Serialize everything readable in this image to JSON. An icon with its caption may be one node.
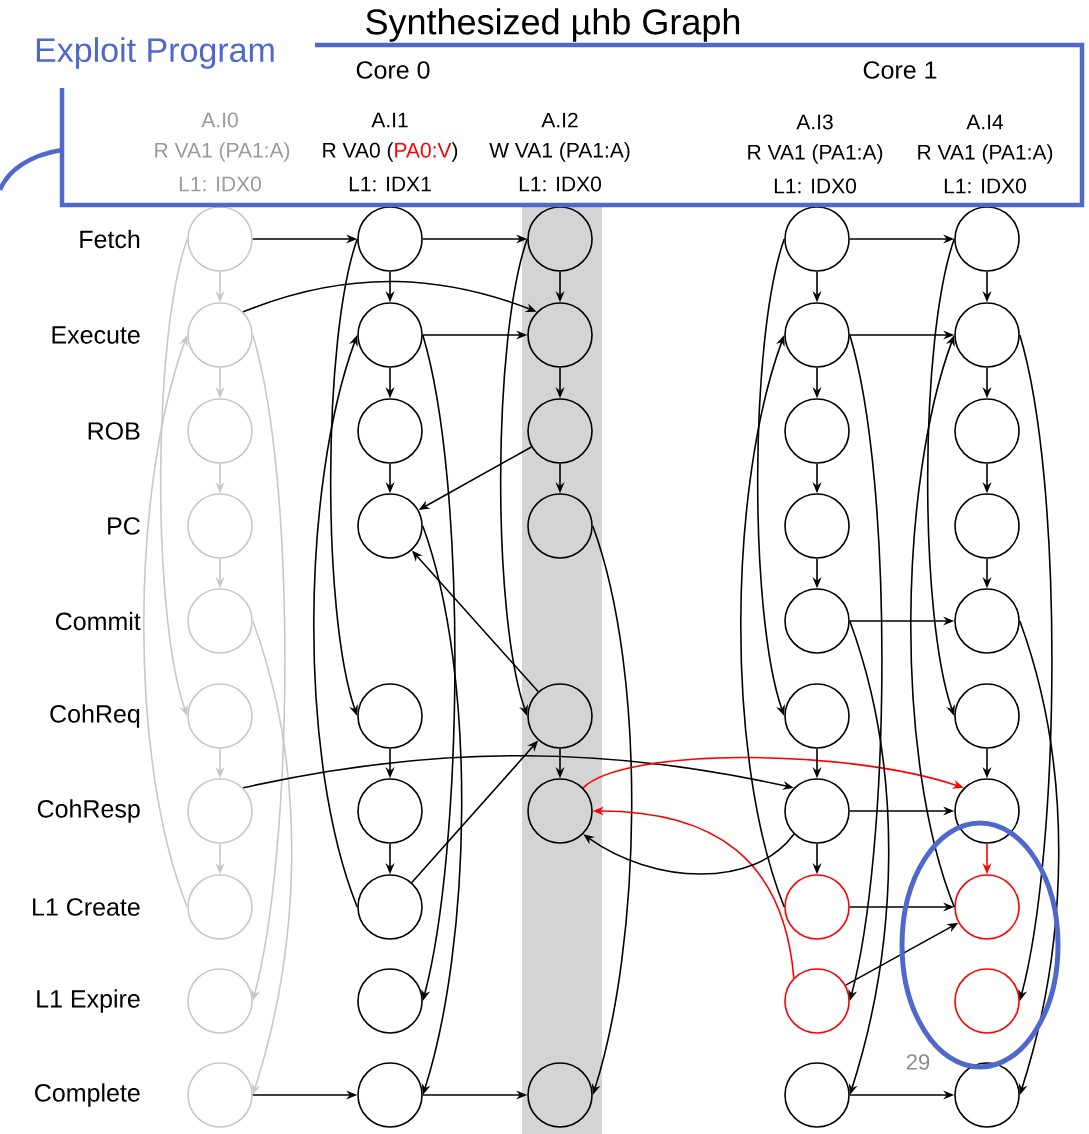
{
  "diagram": {
    "title": "Synthesized µhb Graph",
    "nodes": [
      {
        "text": [],
        "shape": "circle"
      },
      {
        "text": [],
        "shape": "circle"
      },
      {
        "text": [],
        "shape": "circle"
      },
      {
        "text": [],
        "shape": "circle"
      },
      {
        "text": [],
        "shape": "circle"
      },
      {
        "text": [],
        "shape": "circle"
      },
      {
        "text": [],
        "shape": "circle"
      },
      {
        "text": [],
        "shape": "circle"
      },
      {
        "text": [],
        "shape": "circle"
      },
      {
        "text": [],
        "shape": "circle"
      },
      {
        "text": [],
        "shape": "circle"
      },
      {
        "text": [],
        "shape": "circle"
      },
      {
        "text": [],
        "shape": "circle"
      },
      {
        "text": [],
        "shape": "circle"
      },
      {
        "text": [],
        "shape": "circle"
      },
      {
        "text": [],
        "shape": "circle"
      },
      {
        "text": [],
        "shape": "circle"
      },
      {
        "text": [],
        "shape": "circle"
      },
      {
        "text": [],
        "shape": "circle"
      },
      {
        "text": [],
        "shape": "circle"
      },
      {
        "text": [],
        "shape": "circle"
      },
      {
        "text": [],
        "shape": "circle"
      },
      {
        "text": [],
        "shape": "circle"
      },
      {
        "text": [],
        "shape": "circle"
      },
      {
        "text": [],
        "shape": "circle"
      },
      {
        "text": [],
        "shape": "circle"
      },
      {
        "text": [],
        "shape": "circle"
      },
      {
        "text": [],
        "shape": "circle"
      },
      {
        "text": [],
        "shape": "circle"
      },
      {
        "text": [],
        "shape": "circle"
      },
      {
        "text": [],
        "shape": "circle"
      },
      {
        "text": [],
        "shape": "circle"
      },
      {
        "text": [],
        "shape": "circle"
      },
      {
        "text": [],
        "shape": "circle"
      },
      {
        "text": [],
        "shape": "circle"
      },
      {
        "text": [],
        "shape": "circle"
      },
      {
        "text": [],
        "shape": "circle"
      },
      {
        "text": [],
        "shape": "circle"
      },
      {
        "text": [],
        "shape": "circle"
      },
      {
        "text": [],
        "shape": "circle"
      },
      {
        "text": [],
        "shape": "circle"
      },
      {
        "text": [],
        "shape": "circle"
      },
      {
        "text": [],
        "shape": "circle"
      },
      {
        "text": [],
        "shape": "circle"
      },
      {
        "text": [],
        "shape": "circle"
      },
      {
        "text": [],
        "shape": "circle"
      }
    ],
    "edges": [
      {
        "from": 0,
        "to": 1,
        "arrow": "to",
        "color": "#c8c8c8"
      },
      {
        "from": 1,
        "to": 2,
        "arrow": "to",
        "color": "#c8c8c8"
      },
      {
        "from": 2,
        "to": 3,
        "arrow": "to",
        "color": "#c8c8c8"
      },
      {
        "from": 3,
        "to": 4,
        "arrow": "to",
        "color": "#c8c8c8"
      },
      {
        "from": 5,
        "to": 6,
        "arrow": "to",
        "color": "#c8c8c8"
      },
      {
        "from": 6,
        "to": 7,
        "arrow": "to",
        "color": "#c8c8c8"
      },
      {
        "from": 0,
        "to": 5,
        "arrow": "to",
        "color": "#c8c8c8"
      },
      {
        "from": 7,
        "to": 1,
        "arrow": "to",
        "color": "#c8c8c8"
      },
      {
        "from": 1,
        "to": 8,
        "arrow": "to",
        "color": "#c8c8c8"
      },
      {
        "from": 4,
        "to": 9,
        "arrow": "to",
        "color": "#c8c8c8"
      },
      {
        "from": 0,
        "to": 10,
        "arrow": "to"
      },
      {
        "from": 1,
        "to": 20,
        "arrow": "to"
      },
      {
        "from": 6,
        "to": 32,
        "arrow": "to"
      },
      {
        "from": 9,
        "to": 18,
        "arrow": "to"
      },
      {
        "from": 10,
        "to": 11,
        "arrow": "to"
      },
      {
        "from": 11,
        "to": 12,
        "arrow": "to"
      },
      {
        "from": 12,
        "to": 13,
        "arrow": "to"
      },
      {
        "from": 14,
        "to": 15,
        "arrow": "to"
      },
      {
        "from": 15,
        "to": 16,
        "arrow": "to"
      },
      {
        "from": 10,
        "to": 14,
        "arrow": "to"
      },
      {
        "from": 16,
        "to": 11,
        "arrow": "to"
      },
      {
        "from": 11,
        "to": 17,
        "arrow": "to"
      },
      {
        "from": 13,
        "to": 18,
        "arrow": "to"
      },
      {
        "from": 10,
        "to": 19,
        "arrow": "to"
      },
      {
        "from": 11,
        "to": 20,
        "arrow": "to"
      },
      {
        "from": 18,
        "to": 25,
        "arrow": "to"
      },
      {
        "from": 21,
        "to": 13,
        "arrow": "to"
      },
      {
        "from": 23,
        "to": 13,
        "arrow": "to"
      },
      {
        "from": 16,
        "to": 23,
        "arrow": "to"
      },
      {
        "from": 19,
        "to": 20,
        "arrow": "to"
      },
      {
        "from": 20,
        "to": 21,
        "arrow": "to"
      },
      {
        "from": 21,
        "to": 22,
        "arrow": "to"
      },
      {
        "from": 23,
        "to": 24,
        "arrow": "to"
      },
      {
        "from": 19,
        "to": 23,
        "arrow": "to"
      },
      {
        "from": 22,
        "to": 25,
        "arrow": "to"
      },
      {
        "from": 24,
        "to": 42,
        "arrow": "to",
        "color": "#ff0000"
      },
      {
        "from": 34,
        "to": 24,
        "arrow": "to",
        "color": "#ff0000"
      },
      {
        "from": 32,
        "to": 24,
        "arrow": "to"
      },
      {
        "from": 26,
        "to": 27,
        "arrow": "to"
      },
      {
        "from": 27,
        "to": 28,
        "arrow": "to"
      },
      {
        "from": 28,
        "to": 29,
        "arrow": "to"
      },
      {
        "from": 29,
        "to": 30,
        "arrow": "to"
      },
      {
        "from": 31,
        "to": 32,
        "arrow": "to"
      },
      {
        "from": 32,
        "to": 33,
        "arrow": "to"
      },
      {
        "from": 26,
        "to": 31,
        "arrow": "to"
      },
      {
        "from": 33,
        "to": 27,
        "arrow": "to"
      },
      {
        "from": 27,
        "to": 34,
        "arrow": "to"
      },
      {
        "from": 30,
        "to": 35,
        "arrow": "to"
      },
      {
        "from": 26,
        "to": 36,
        "arrow": "to"
      },
      {
        "from": 27,
        "to": 37,
        "arrow": "to"
      },
      {
        "from": 30,
        "to": 40,
        "arrow": "to"
      },
      {
        "from": 32,
        "to": 42,
        "arrow": "to"
      },
      {
        "from": 33,
        "to": 43,
        "arrow": "to"
      },
      {
        "from": 35,
        "to": 45,
        "arrow": "to"
      },
      {
        "from": 34,
        "to": 43,
        "arrow": "to"
      },
      {
        "from": 36,
        "to": 37,
        "arrow": "to"
      },
      {
        "from": 37,
        "to": 38,
        "arrow": "to"
      },
      {
        "from": 38,
        "to": 39,
        "arrow": "to"
      },
      {
        "from": 39,
        "to": 40,
        "arrow": "to"
      },
      {
        "from": 41,
        "to": 42,
        "arrow": "to"
      },
      {
        "from": 42,
        "to": 43,
        "arrow": "to",
        "color": "#ff0000"
      },
      {
        "from": 36,
        "to": 41,
        "arrow": "to"
      },
      {
        "from": 43,
        "to": 37,
        "arrow": "to"
      },
      {
        "from": 37,
        "to": 44,
        "arrow": "to"
      },
      {
        "from": 40,
        "to": 45,
        "arrow": "to"
      }
    ],
    "labels": [
      "Exploit Program",
      "Core 0",
      "Core 1",
      "A.I0",
      "A.I1",
      "A.I2",
      "A.I3",
      "A.I4",
      "R VA1 (PA1:A)",
      "R VA0 (",
      "PA0:V",
      ")",
      "W VA1 (PA1:A)",
      "R VA1 (PA1:A)",
      "R VA1 (PA1:A)",
      "L1: IDX0",
      "L1: IDX1",
      "L1: IDX0",
      "L1: IDX0",
      "L1: IDX0",
      "Fetch",
      "Execute",
      "ROB",
      "PC",
      "Commit",
      "CohReq",
      "CohResp",
      "L1 Create",
      "L1 Expire",
      "Complete",
      "29"
    ]
  }
}
